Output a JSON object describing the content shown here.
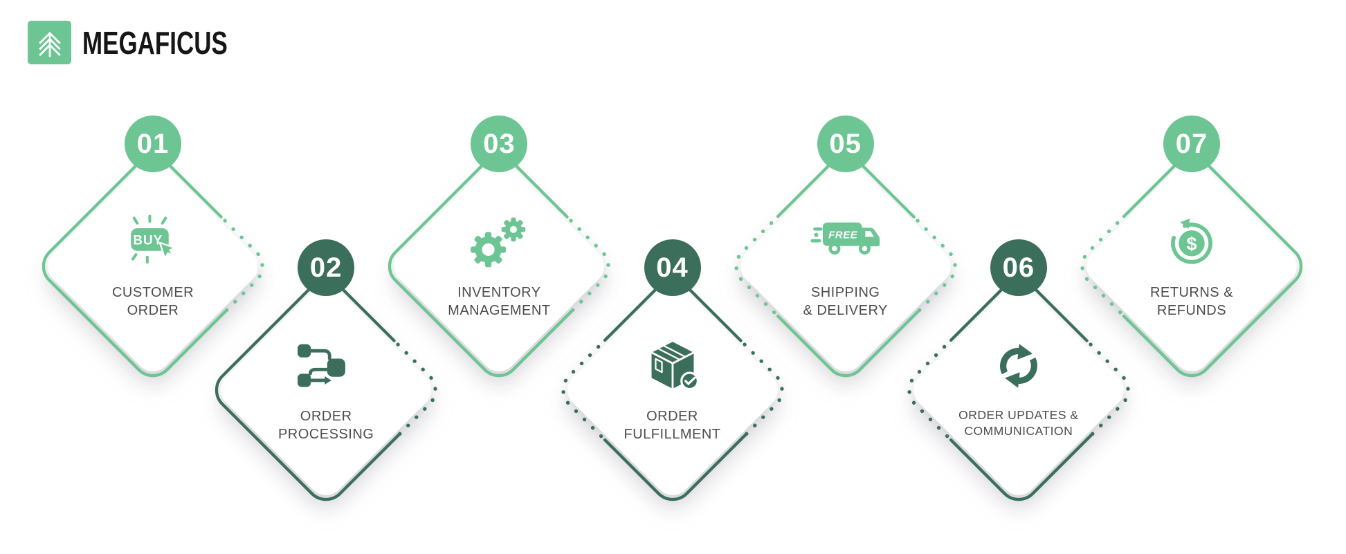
{
  "logo": {
    "text": "MEGAFICUS",
    "icon": "tree-logo-icon"
  },
  "colors": {
    "light_green": "#6cc593",
    "dark_green": "#3c6e5c",
    "label_text": "#504b4c",
    "logo_text": "#161616"
  },
  "steps": [
    {
      "number": "01",
      "label": "CUSTOMER\nORDER",
      "icon": "buy-button-icon",
      "icon_text": "BUY",
      "tone": "light",
      "corners": {
        "left": "solid",
        "right": "dotted"
      }
    },
    {
      "number": "02",
      "label": "ORDER\nPROCESSING",
      "icon": "workflow-icon",
      "tone": "dark",
      "corners": {
        "left": "solid",
        "right": "dotted"
      }
    },
    {
      "number": "03",
      "label": "INVENTORY\nMANAGEMENT",
      "icon": "gears-icon",
      "tone": "light",
      "corners": {
        "left": "solid",
        "right": "dotted"
      }
    },
    {
      "number": "04",
      "label": "ORDER\nFULFILLMENT",
      "icon": "package-check-icon",
      "tone": "dark",
      "corners": {
        "left": "dotted",
        "right": "dotted"
      }
    },
    {
      "number": "05",
      "label": "SHIPPING\n& DELIVERY",
      "icon": "delivery-truck-icon",
      "icon_text": "FREE",
      "tone": "light",
      "corners": {
        "left": "dotted",
        "right": "dotted"
      }
    },
    {
      "number": "06",
      "label": "ORDER UPDATES &\nCOMMUNICATION",
      "icon": "sync-arrows-icon",
      "tone": "dark",
      "corners": {
        "left": "dotted",
        "right": "dotted"
      }
    },
    {
      "number": "07",
      "label": "RETURNS &\nREFUNDS",
      "icon": "money-return-icon",
      "icon_text": "$",
      "tone": "light",
      "corners": {
        "left": "dotted",
        "right": "solid"
      }
    }
  ]
}
